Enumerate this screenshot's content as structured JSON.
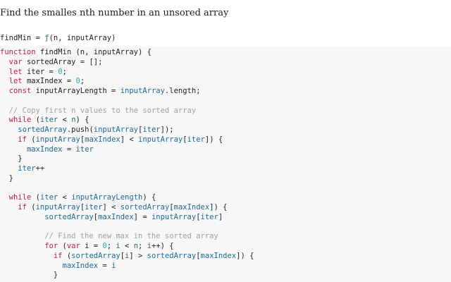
{
  "title": "Find the smalles nth number in an unsored array",
  "signature": [
    {
      "t": "pl",
      "v": "findMin = "
    },
    {
      "t": "fn",
      "v": "ƒ"
    },
    {
      "t": "pl",
      "v": "(n, inputArray)"
    }
  ],
  "code_lines": [
    [
      {
        "t": "kw",
        "v": "function"
      },
      {
        "t": "pl",
        "v": " findMin (n, inputArray) {"
      }
    ],
    [
      {
        "t": "pl",
        "v": "  "
      },
      {
        "t": "kw",
        "v": "var"
      },
      {
        "t": "pl",
        "v": " sortedArray = [];"
      }
    ],
    [
      {
        "t": "pl",
        "v": "  "
      },
      {
        "t": "kw",
        "v": "let"
      },
      {
        "t": "pl",
        "v": " iter = "
      },
      {
        "t": "num",
        "v": "0"
      },
      {
        "t": "pl",
        "v": ";"
      }
    ],
    [
      {
        "t": "pl",
        "v": "  "
      },
      {
        "t": "kw",
        "v": "let"
      },
      {
        "t": "pl",
        "v": " maxIndex = "
      },
      {
        "t": "num",
        "v": "0"
      },
      {
        "t": "pl",
        "v": ";"
      }
    ],
    [
      {
        "t": "pl",
        "v": "  "
      },
      {
        "t": "kw",
        "v": "const"
      },
      {
        "t": "pl",
        "v": " inputArrayLength = "
      },
      {
        "t": "var",
        "v": "inputArray"
      },
      {
        "t": "pl",
        "v": ".length;"
      }
    ],
    [],
    [
      {
        "t": "pl",
        "v": "  "
      },
      {
        "t": "cm",
        "v": "// Copy first n values to the sorted array"
      }
    ],
    [
      {
        "t": "pl",
        "v": "  "
      },
      {
        "t": "kw",
        "v": "while"
      },
      {
        "t": "pl",
        "v": " ("
      },
      {
        "t": "var",
        "v": "iter"
      },
      {
        "t": "pl",
        "v": " < "
      },
      {
        "t": "var",
        "v": "n"
      },
      {
        "t": "pl",
        "v": ") {"
      }
    ],
    [
      {
        "t": "pl",
        "v": "    "
      },
      {
        "t": "var",
        "v": "sortedArray"
      },
      {
        "t": "pl",
        "v": ".push("
      },
      {
        "t": "var",
        "v": "inputArray"
      },
      {
        "t": "pl",
        "v": "["
      },
      {
        "t": "var",
        "v": "iter"
      },
      {
        "t": "pl",
        "v": "]);"
      }
    ],
    [
      {
        "t": "pl",
        "v": "    "
      },
      {
        "t": "kw",
        "v": "if"
      },
      {
        "t": "pl",
        "v": " ("
      },
      {
        "t": "var",
        "v": "inputArray"
      },
      {
        "t": "pl",
        "v": "["
      },
      {
        "t": "var",
        "v": "maxIndex"
      },
      {
        "t": "pl",
        "v": "] < "
      },
      {
        "t": "var",
        "v": "inputArray"
      },
      {
        "t": "pl",
        "v": "["
      },
      {
        "t": "var",
        "v": "iter"
      },
      {
        "t": "pl",
        "v": "]) {"
      }
    ],
    [
      {
        "t": "pl",
        "v": "      "
      },
      {
        "t": "var",
        "v": "maxIndex"
      },
      {
        "t": "pl",
        "v": " = "
      },
      {
        "t": "var",
        "v": "iter"
      }
    ],
    [
      {
        "t": "pl",
        "v": "    }"
      }
    ],
    [
      {
        "t": "pl",
        "v": "    "
      },
      {
        "t": "var",
        "v": "iter"
      },
      {
        "t": "pl",
        "v": "++"
      }
    ],
    [
      {
        "t": "pl",
        "v": "  }"
      }
    ],
    [],
    [
      {
        "t": "pl",
        "v": "  "
      },
      {
        "t": "kw",
        "v": "while"
      },
      {
        "t": "pl",
        "v": " ("
      },
      {
        "t": "var",
        "v": "iter"
      },
      {
        "t": "pl",
        "v": " < "
      },
      {
        "t": "var",
        "v": "inputArrayLength"
      },
      {
        "t": "pl",
        "v": ") {"
      }
    ],
    [
      {
        "t": "pl",
        "v": "    "
      },
      {
        "t": "kw",
        "v": "if"
      },
      {
        "t": "pl",
        "v": " ("
      },
      {
        "t": "var",
        "v": "inputArray"
      },
      {
        "t": "pl",
        "v": "["
      },
      {
        "t": "var",
        "v": "iter"
      },
      {
        "t": "pl",
        "v": "] < "
      },
      {
        "t": "var",
        "v": "sortedArray"
      },
      {
        "t": "pl",
        "v": "["
      },
      {
        "t": "var",
        "v": "maxIndex"
      },
      {
        "t": "pl",
        "v": "]) {"
      }
    ],
    [
      {
        "t": "pl",
        "v": "          "
      },
      {
        "t": "var",
        "v": "sortedArray"
      },
      {
        "t": "pl",
        "v": "["
      },
      {
        "t": "var",
        "v": "maxIndex"
      },
      {
        "t": "pl",
        "v": "] = "
      },
      {
        "t": "var",
        "v": "inputArray"
      },
      {
        "t": "pl",
        "v": "["
      },
      {
        "t": "var",
        "v": "iter"
      },
      {
        "t": "pl",
        "v": "]"
      }
    ],
    [],
    [
      {
        "t": "pl",
        "v": "          "
      },
      {
        "t": "cm",
        "v": "// Find the new max in the sorted array"
      }
    ],
    [
      {
        "t": "pl",
        "v": "          "
      },
      {
        "t": "kw",
        "v": "for"
      },
      {
        "t": "pl",
        "v": " ("
      },
      {
        "t": "kw",
        "v": "var"
      },
      {
        "t": "pl",
        "v": " i = "
      },
      {
        "t": "num",
        "v": "0"
      },
      {
        "t": "pl",
        "v": "; "
      },
      {
        "t": "var",
        "v": "i"
      },
      {
        "t": "pl",
        "v": " < "
      },
      {
        "t": "var",
        "v": "n"
      },
      {
        "t": "pl",
        "v": "; "
      },
      {
        "t": "var",
        "v": "i"
      },
      {
        "t": "pl",
        "v": "++) {"
      }
    ],
    [
      {
        "t": "pl",
        "v": "            "
      },
      {
        "t": "kw",
        "v": "if"
      },
      {
        "t": "pl",
        "v": " ("
      },
      {
        "t": "var",
        "v": "sortedArray"
      },
      {
        "t": "pl",
        "v": "["
      },
      {
        "t": "var",
        "v": "i"
      },
      {
        "t": "pl",
        "v": "] > "
      },
      {
        "t": "var",
        "v": "sortedArray"
      },
      {
        "t": "pl",
        "v": "["
      },
      {
        "t": "var",
        "v": "maxIndex"
      },
      {
        "t": "pl",
        "v": "]) {"
      }
    ],
    [
      {
        "t": "pl",
        "v": "              "
      },
      {
        "t": "var",
        "v": "maxIndex"
      },
      {
        "t": "pl",
        "v": " = "
      },
      {
        "t": "var",
        "v": "i"
      }
    ],
    [
      {
        "t": "pl",
        "v": "            }"
      }
    ]
  ]
}
